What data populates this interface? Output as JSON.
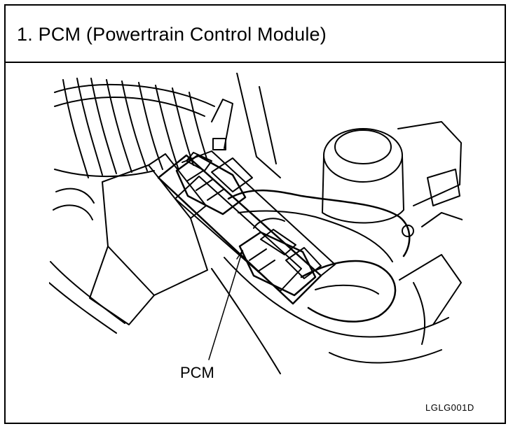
{
  "header": {
    "title": "1.  PCM (Powertrain Control Module)"
  },
  "figure": {
    "callout_label": "PCM",
    "code": "LGLG001D"
  }
}
